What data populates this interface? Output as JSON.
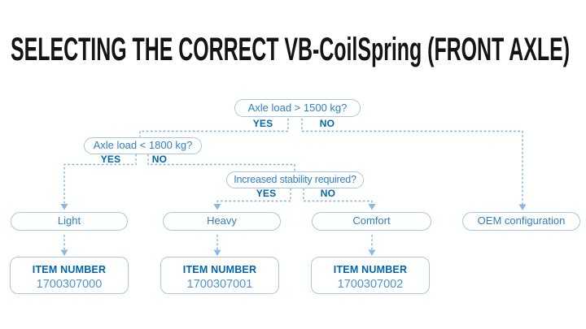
{
  "title": "SELECTING THE CORRECT VB-CoilSpring (FRONT AXLE)",
  "colors": {
    "title_black": "#141414",
    "label_dark_blue": "#0065b1",
    "box_text_blue": "#2f80c3",
    "item_number_blue": "#4f94cb",
    "box_border_blue": "#a9c7e4",
    "connector_blue": "#7fb0da"
  },
  "flowchart": {
    "decisions": [
      {
        "label": "Axle load > 1500 kg?",
        "yes_label": "YES",
        "no_label": "NO"
      },
      {
        "label": "Axle load < 1800 kg?",
        "yes_label": "YES",
        "no_label": "NO"
      },
      {
        "label": "Increased stability required?",
        "yes_label": "YES",
        "no_label": "NO"
      }
    ],
    "outcomes": [
      {
        "label": "Light"
      },
      {
        "label": "Heavy"
      },
      {
        "label": "Comfort"
      },
      {
        "label": "OEM configuration"
      }
    ],
    "item_cards": [
      {
        "heading": "ITEM NUMBER",
        "number": "1700307000"
      },
      {
        "heading": "ITEM NUMBER",
        "number": "1700307001"
      },
      {
        "heading": "ITEM NUMBER",
        "number": "1700307002"
      }
    ]
  }
}
